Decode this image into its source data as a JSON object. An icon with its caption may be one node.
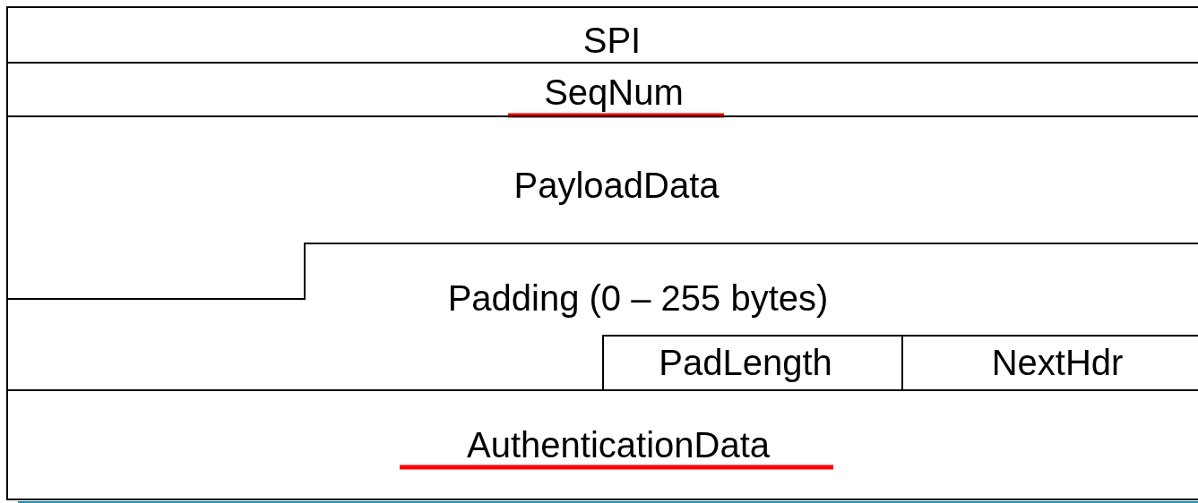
{
  "diagram": {
    "nodes": [
      {
        "text": [
          "SPI"
        ]
      },
      {
        "text": [
          "SeqNum"
        ]
      },
      {
        "text": [
          "PayloadData"
        ]
      },
      {
        "text": [
          "Padding (0 – 255 bytes)"
        ]
      },
      {
        "text": [
          "PadLength"
        ]
      },
      {
        "text": [
          "NextHdr"
        ]
      },
      {
        "text": [
          "AuthenticationData"
        ]
      }
    ]
  }
}
